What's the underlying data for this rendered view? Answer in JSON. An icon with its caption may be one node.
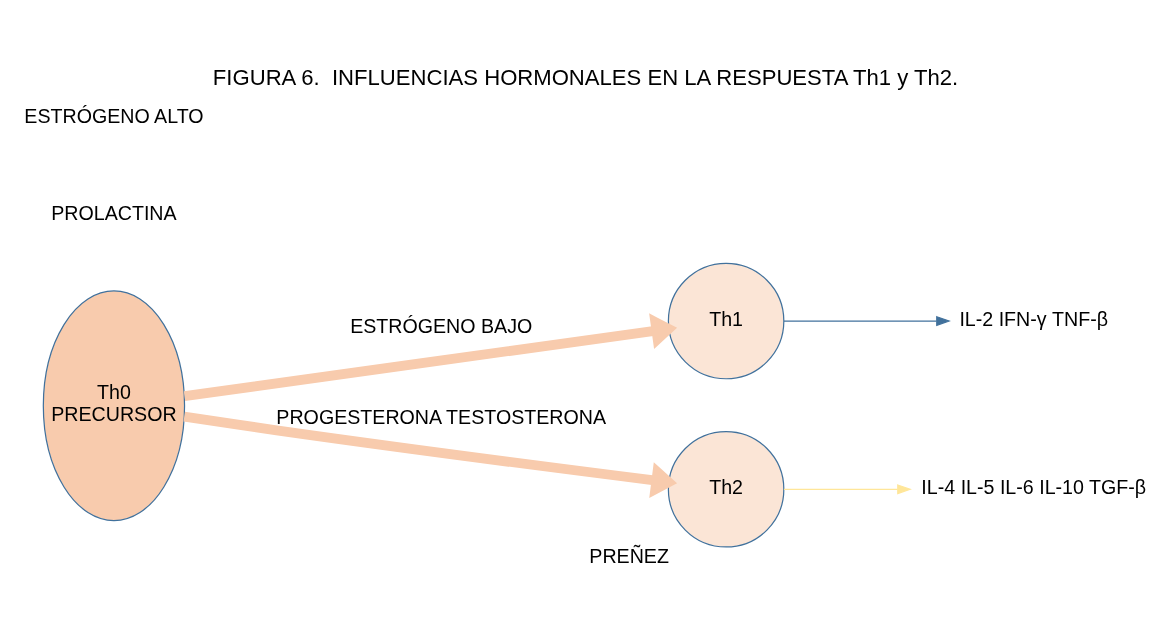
{
  "diagram": {
    "title": "FIGURA 6.  INFLUENCIAS HORMONALES EN LA RESPUESTA Th1 y Th2.",
    "nodes": [
      {
        "text": [
          "Th0",
          "PRECURSOR"
        ]
      },
      {
        "text": [
          "Th1"
        ]
      },
      {
        "text": [
          "Th2"
        ],
        "beside": [
          "PREÑEZ"
        ]
      },
      {
        "text": [
          "IL-2 IFN-γ TNF-β"
        ]
      },
      {
        "text": [
          "IL-4 IL-5 IL-6 IL-10 TGF-β"
        ]
      }
    ],
    "edges": [
      {
        "from": 0,
        "to": 1,
        "arrow": "to",
        "label": "ESTRÓGENO BAJO",
        "style": "thick",
        "color": "#f8cbad"
      },
      {
        "from": 0,
        "to": 2,
        "arrow": "to",
        "label": "PROGESTERONA TESTOSTERONA",
        "style": "thick",
        "color": "#f8cbad"
      },
      {
        "from": 1,
        "to": 3,
        "arrow": "to",
        "color": "#41719c"
      },
      {
        "from": 2,
        "to": 4,
        "arrow": "to",
        "color": "#ffe699"
      }
    ],
    "labels": [
      "PROLACTINA",
      "ESTRÓGENO ALTO"
    ]
  }
}
